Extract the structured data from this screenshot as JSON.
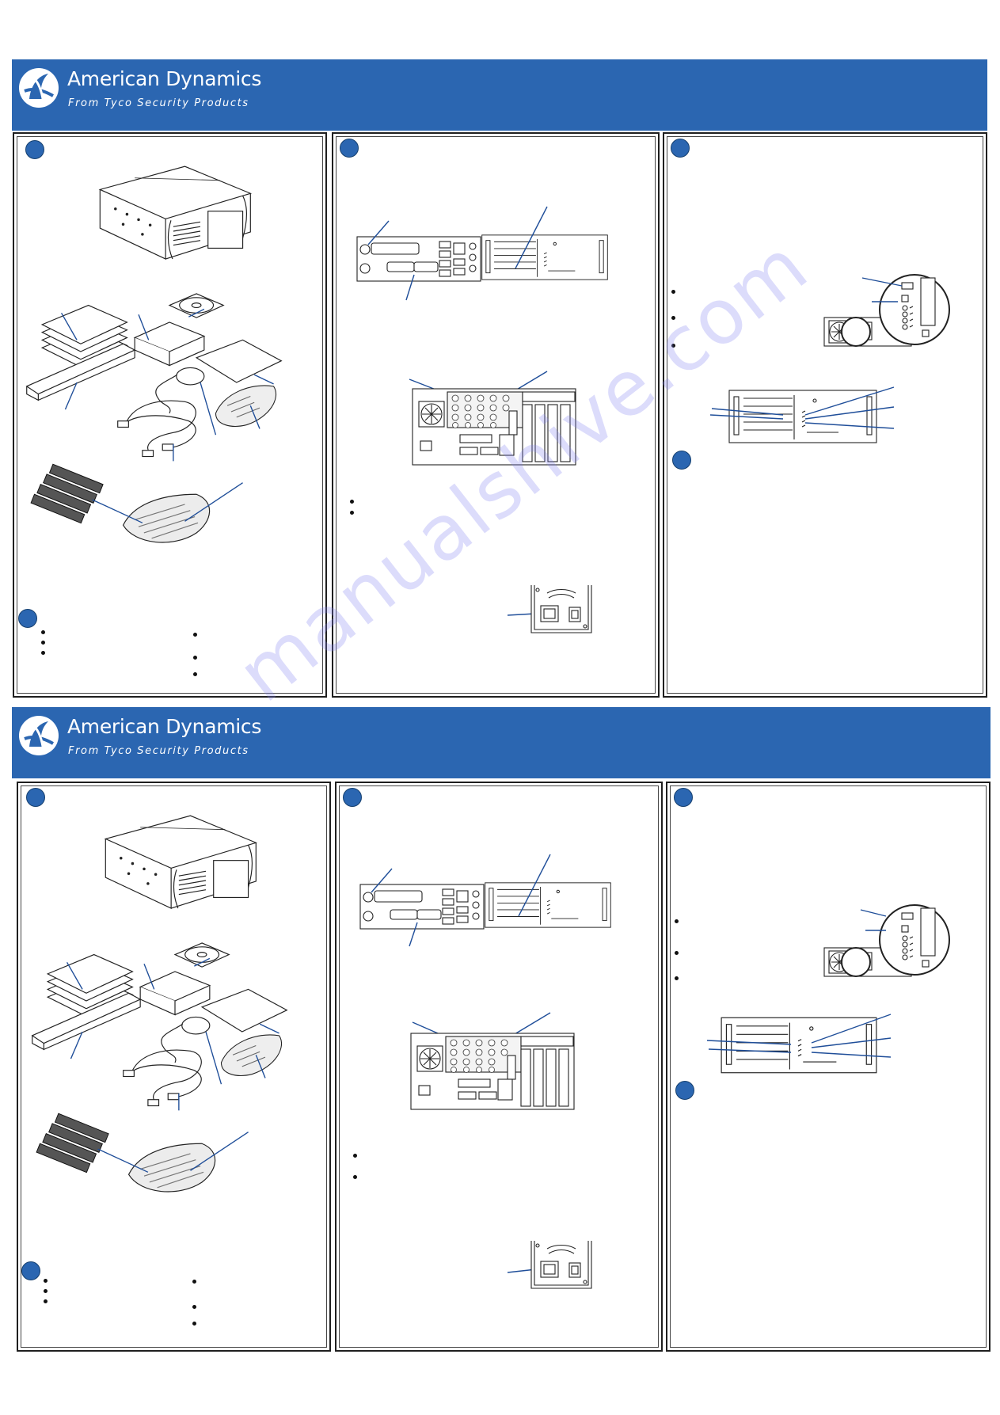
{
  "brand": {
    "name": "American Dynamics",
    "tagline": "From Tyco Security Products",
    "color": "#2b66b1"
  },
  "watermark": "manualshive.com",
  "accent_colors": {
    "step_marker": "#2b66b1",
    "callout_line": "#1f4e99",
    "frame": "#1f1f1f"
  },
  "icons": [
    "american-dynamics-logo-icon",
    "step-marker-icon",
    "bullet-icon",
    "callout-line"
  ]
}
